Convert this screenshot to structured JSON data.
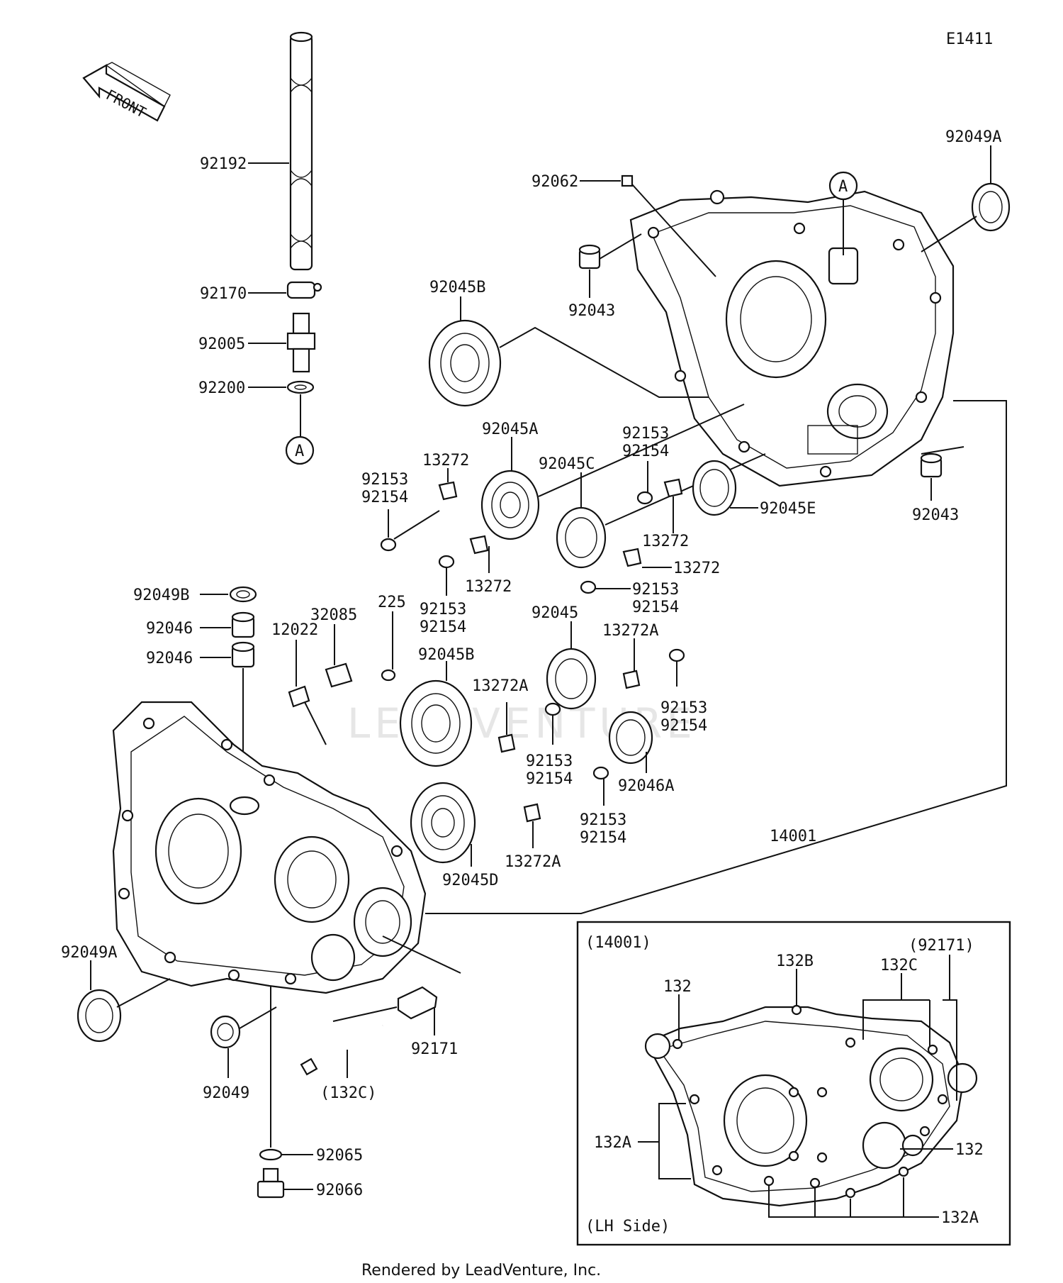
{
  "diagram_id": "E1411",
  "front_label": "FRONT",
  "footer": "Rendered by LeadVenture, Inc.",
  "watermark": "LEADVENTURE",
  "callout_ref": "A",
  "parts": {
    "p92192": "92192",
    "p92170": "92170",
    "p92005": "92005",
    "p92200": "92200",
    "p92062": "92062",
    "p92043_top": "92043",
    "p92043_right": "92043",
    "p92049A_top": "92049A",
    "p92049A_left": "92049A",
    "p92045B_top": "92045B",
    "p92045B_mid": "92045B",
    "p92045A": "92045A",
    "p92045C": "92045C",
    "p92045E": "92045E",
    "p92045": "92045",
    "p92045D": "92045D",
    "p92046A": "92046A",
    "p92049B": "92049B",
    "p92046_a": "92046",
    "p92046_b": "92046",
    "p12022": "12022",
    "p32085": "32085",
    "p225": "225",
    "p14001": "14001",
    "p92171": "92171",
    "p92049": "92049",
    "p132C_ref": "(132C)",
    "p92065": "92065",
    "p92066": "92066",
    "p13272_1": "13272",
    "p13272_2": "13272",
    "p13272_3": "13272",
    "p13272_4": "13272",
    "p13272A_1": "13272A",
    "p13272A_2": "13272A",
    "p13272A_3": "13272A",
    "b1_92153": "92153",
    "b1_92154": "92154",
    "b2_92153": "92153",
    "b2_92154": "92154",
    "b3_92153": "92153",
    "b3_92154": "92154",
    "b4_92153": "92153",
    "b4_92154": "92154",
    "b5_92153": "92153",
    "b5_92154": "92154",
    "b6_92153": "92153",
    "b6_92154": "92154",
    "b7_92153": "92153",
    "b7_92154": "92154"
  },
  "inset": {
    "title": "(14001)",
    "side_label": "(LH Side)",
    "ref_92171": "(92171)",
    "l132_top": "132",
    "l132B": "132B",
    "l132C": "132C",
    "l132A_left": "132A",
    "l132_right": "132",
    "l132A_bottom": "132A"
  }
}
